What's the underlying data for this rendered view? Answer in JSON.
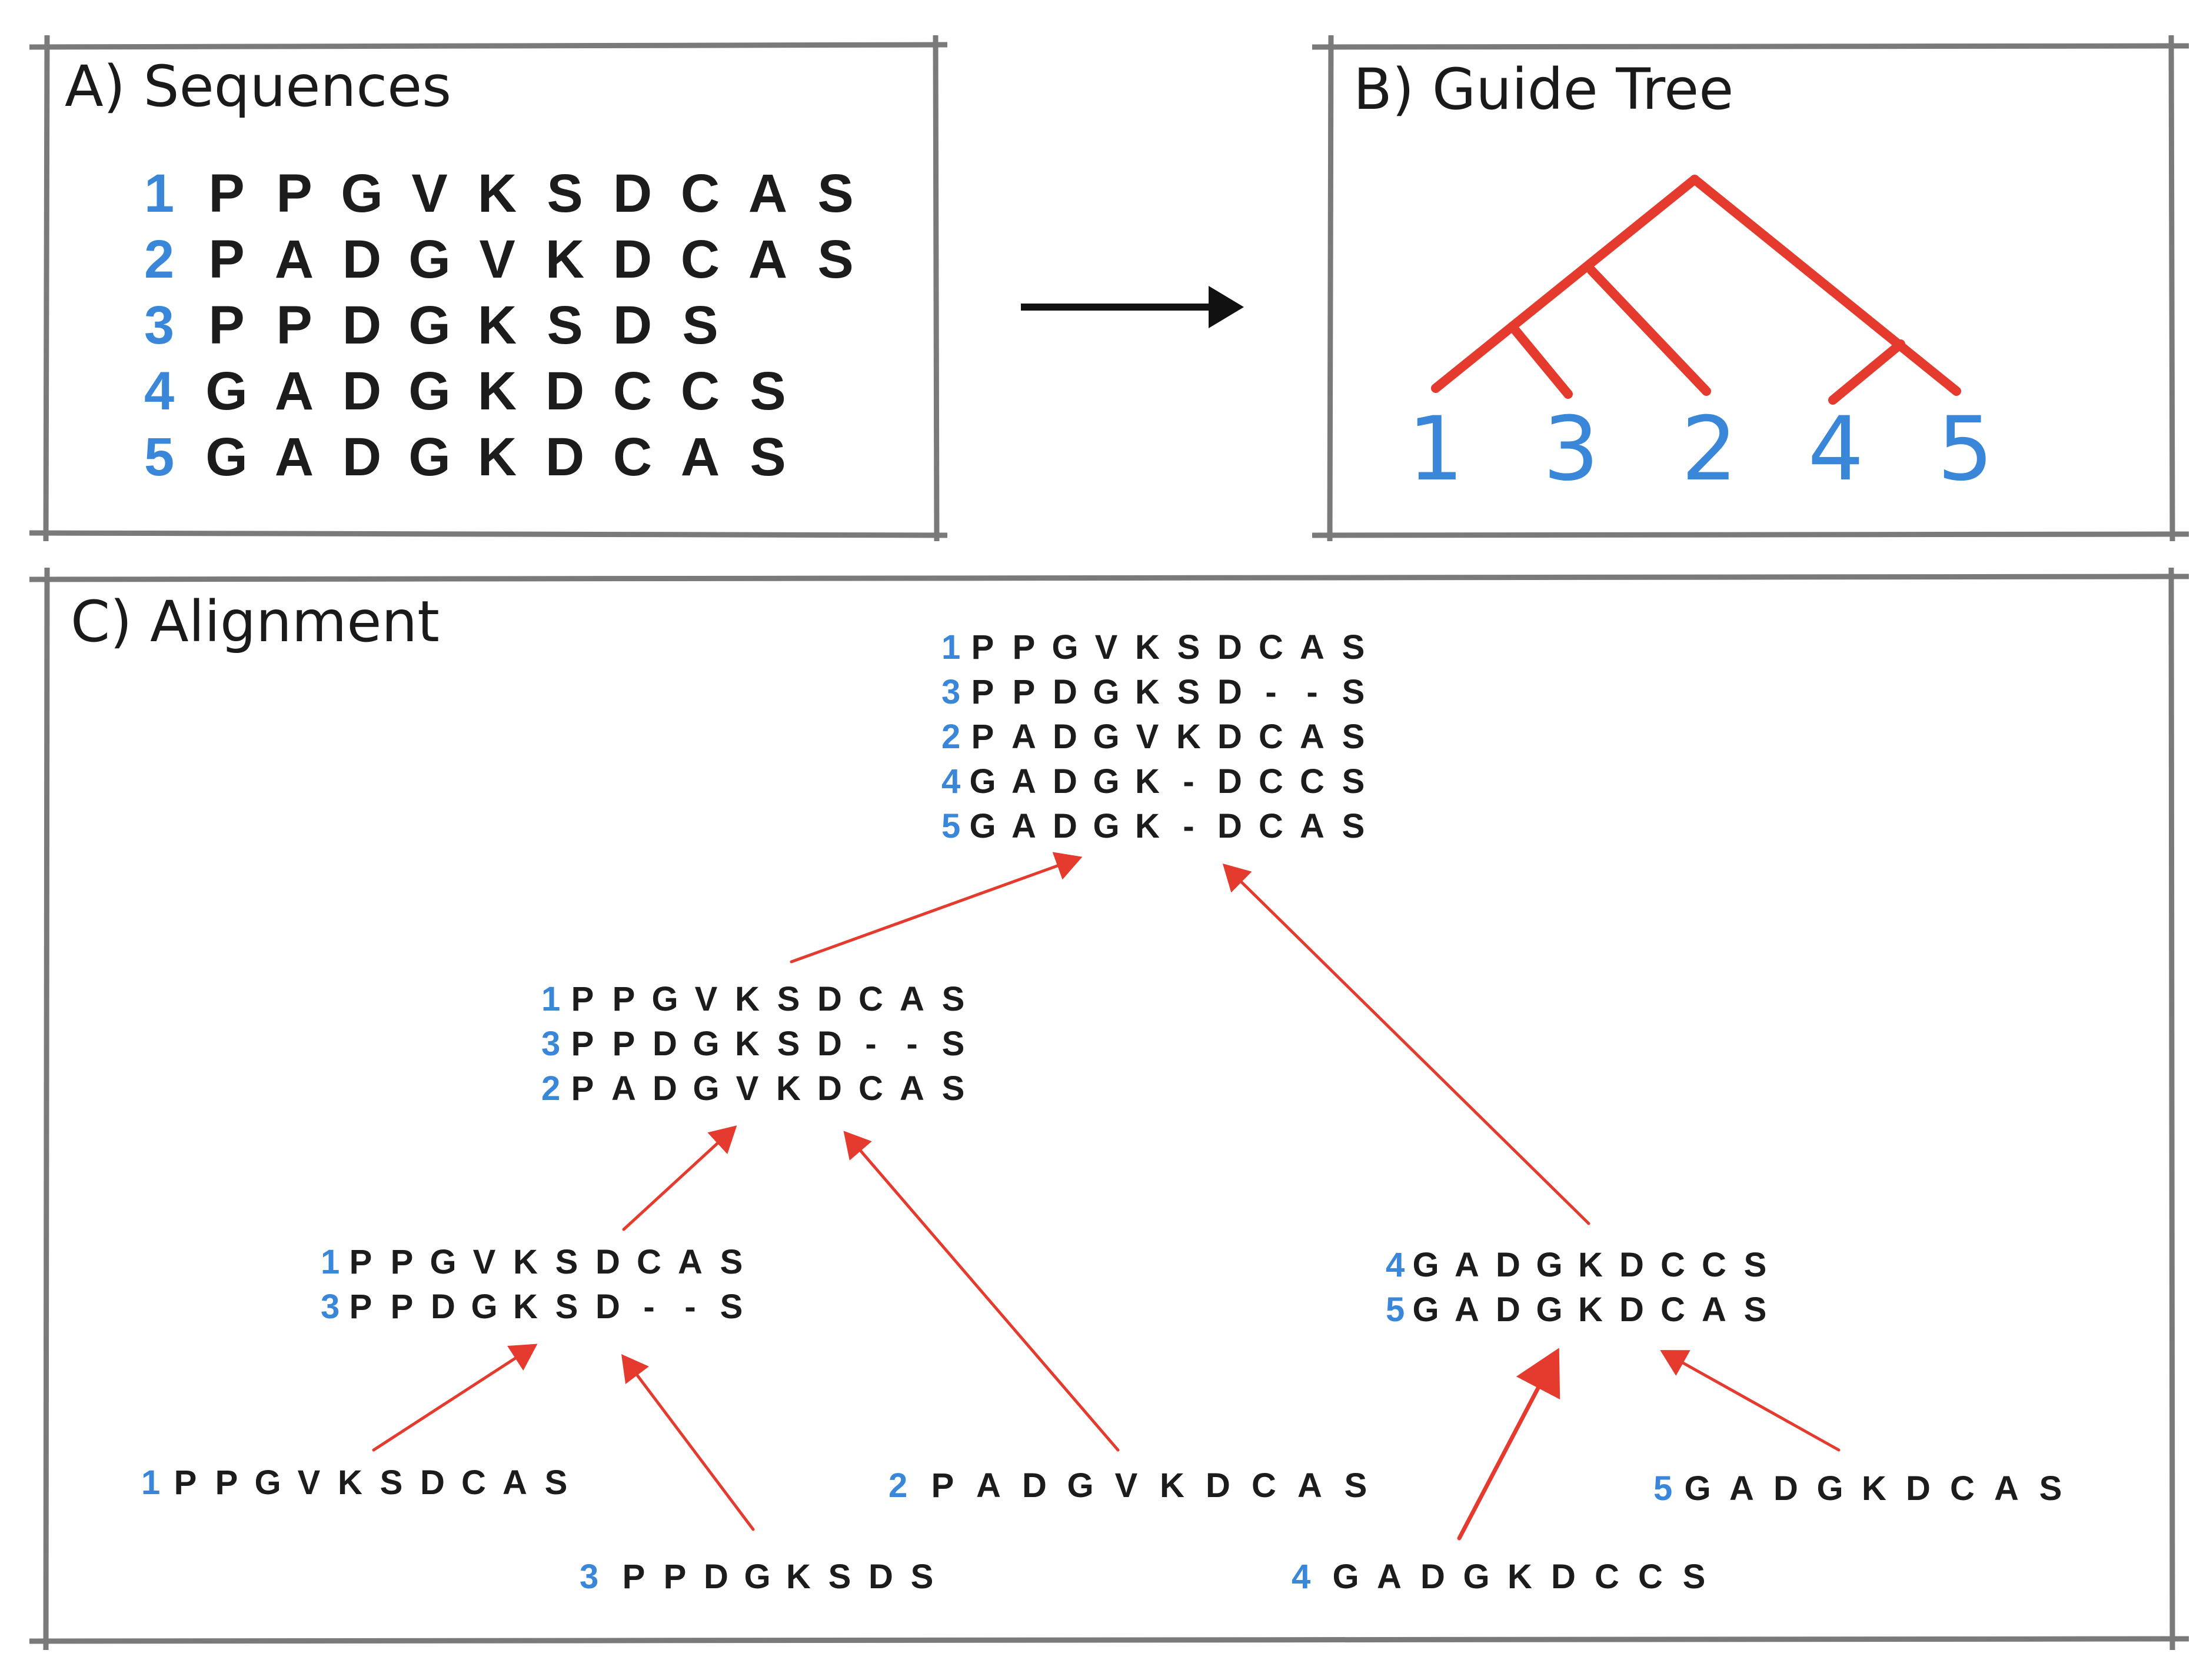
{
  "colors": {
    "number": "#3a86d8",
    "letters": "#1c1c1c",
    "tree": "#e53b2e",
    "arrow_red": "#e53b2e",
    "arrow_black": "#111111",
    "frame": "#7a7a7a"
  },
  "panels": {
    "sequences": {
      "title": "A) Sequences"
    },
    "guide_tree": {
      "title": "B) Guide Tree",
      "leaf_order": [
        "1",
        "3",
        "2",
        "4",
        "5"
      ]
    },
    "alignment": {
      "title": "C) Alignment"
    }
  },
  "sequences": [
    {
      "id": "1",
      "residues": "PPGVKSDCAS"
    },
    {
      "id": "2",
      "residues": "PADGVKDCAS"
    },
    {
      "id": "3",
      "residues": "PPDGKSDS"
    },
    {
      "id": "4",
      "residues": "GADGKDCCS"
    },
    {
      "id": "5",
      "residues": "GADGKDCAS"
    }
  ],
  "alignment_blocks": {
    "leaf_1": [
      {
        "id": "1",
        "residues": "PPGVKSDCAS"
      }
    ],
    "leaf_3": [
      {
        "id": "3",
        "residues": "PPDGKSDS"
      }
    ],
    "leaf_2": [
      {
        "id": "2",
        "residues": "PADGVKDCAS"
      }
    ],
    "leaf_4": [
      {
        "id": "4",
        "residues": "GADGKDCCS"
      }
    ],
    "leaf_5": [
      {
        "id": "5",
        "residues": "GADGKDCAS"
      }
    ],
    "pair_1_3": [
      {
        "id": "1",
        "residues": "PPGVKSDCAS"
      },
      {
        "id": "3",
        "residues": "PPDGKSD--S"
      }
    ],
    "pair_4_5": [
      {
        "id": "4",
        "residues": "GADGKDCCS"
      },
      {
        "id": "5",
        "residues": "GADGKDCAS"
      }
    ],
    "group_1_3_2": [
      {
        "id": "1",
        "residues": "PPGVKSDCAS"
      },
      {
        "id": "3",
        "residues": "PPDGKSD--S"
      },
      {
        "id": "2",
        "residues": "PADGVKDCAS"
      }
    ],
    "final": [
      {
        "id": "1",
        "residues": "PPGVKSDCAS"
      },
      {
        "id": "3",
        "residues": "PPDGKSD--S"
      },
      {
        "id": "2",
        "residues": "PADGVKDCAS"
      },
      {
        "id": "4",
        "residues": "GADGK-DCCS"
      },
      {
        "id": "5",
        "residues": "GADGK-DCAS"
      }
    ]
  }
}
